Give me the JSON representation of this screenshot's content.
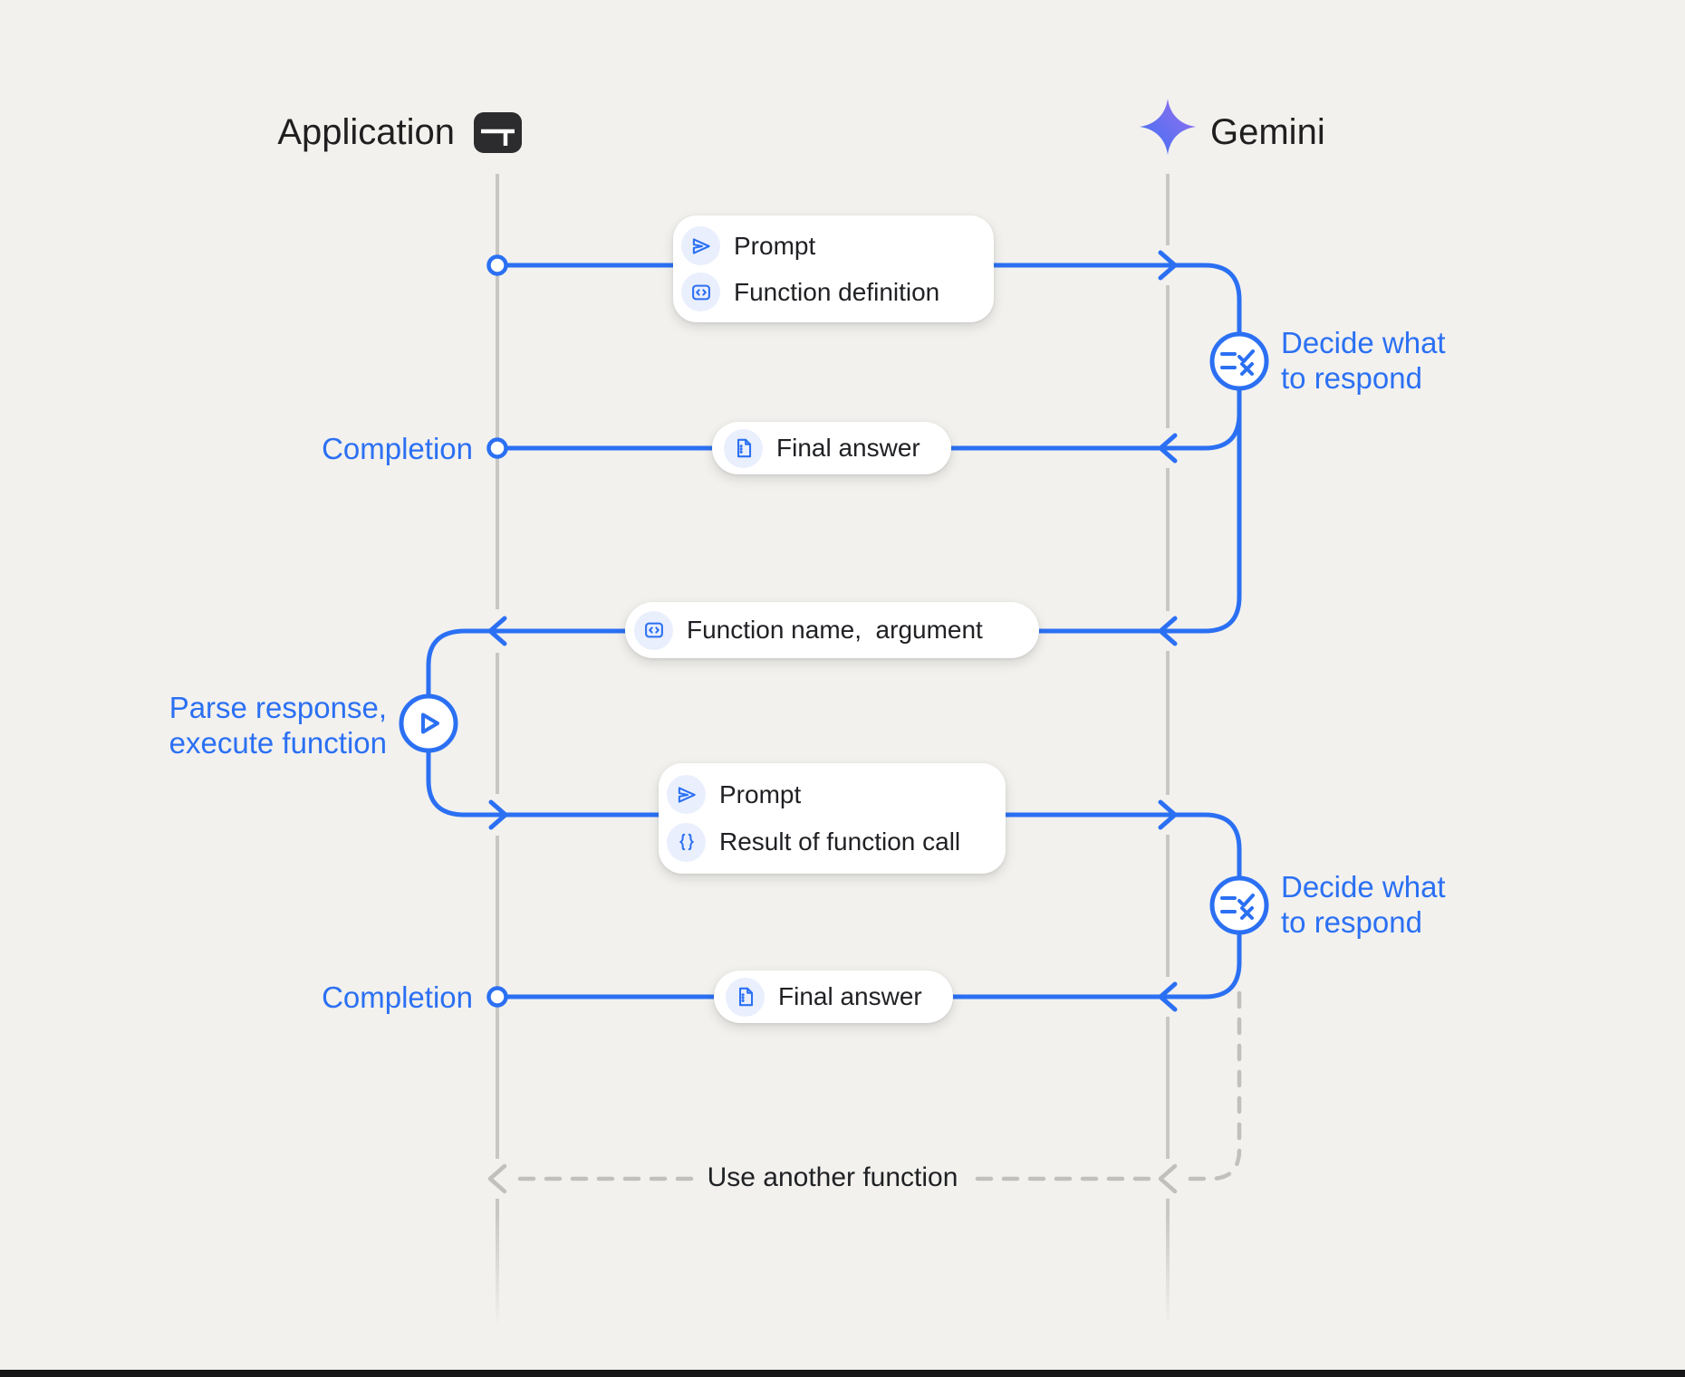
{
  "header": {
    "application": {
      "label": "Application",
      "icon": "app-window-icon"
    },
    "gemini": {
      "label": "Gemini",
      "icon": "gemini-star-icon"
    }
  },
  "boxes": {
    "b1": {
      "rows": [
        {
          "icon": "send-icon",
          "label": "Prompt"
        },
        {
          "icon": "code-box-icon",
          "label": "Function definition"
        }
      ]
    },
    "b2": {
      "rows": [
        {
          "icon": "document-icon",
          "label": "Final answer"
        }
      ]
    },
    "b3": {
      "rows": [
        {
          "icon": "code-box-icon",
          "label": "Function name,  argument"
        }
      ]
    },
    "b4": {
      "rows": [
        {
          "icon": "send-icon",
          "label": "Prompt"
        },
        {
          "icon": "braces-icon",
          "label": "Result of function call"
        }
      ]
    },
    "b5": {
      "rows": [
        {
          "icon": "document-icon",
          "label": "Final answer"
        }
      ]
    }
  },
  "labels": {
    "completion_1": "Completion",
    "completion_2": "Completion",
    "decide_1": "Decide what\nto respond",
    "decide_2": "Decide what\nto respond",
    "parse": "Parse response,\nexecute function",
    "use_another": "Use another function"
  },
  "colors": {
    "accent_blue": "#2b70f3",
    "icon_circle_bg": "#e9effc",
    "page_bg": "#f2f1ee",
    "dark_text": "#202124",
    "lifeline_gray": "#c8c7c4",
    "dash_gray": "#c1c0bd",
    "gemini_gradient_start": "#3e6ff3",
    "gemini_gradient_end": "#9d6cf0"
  }
}
